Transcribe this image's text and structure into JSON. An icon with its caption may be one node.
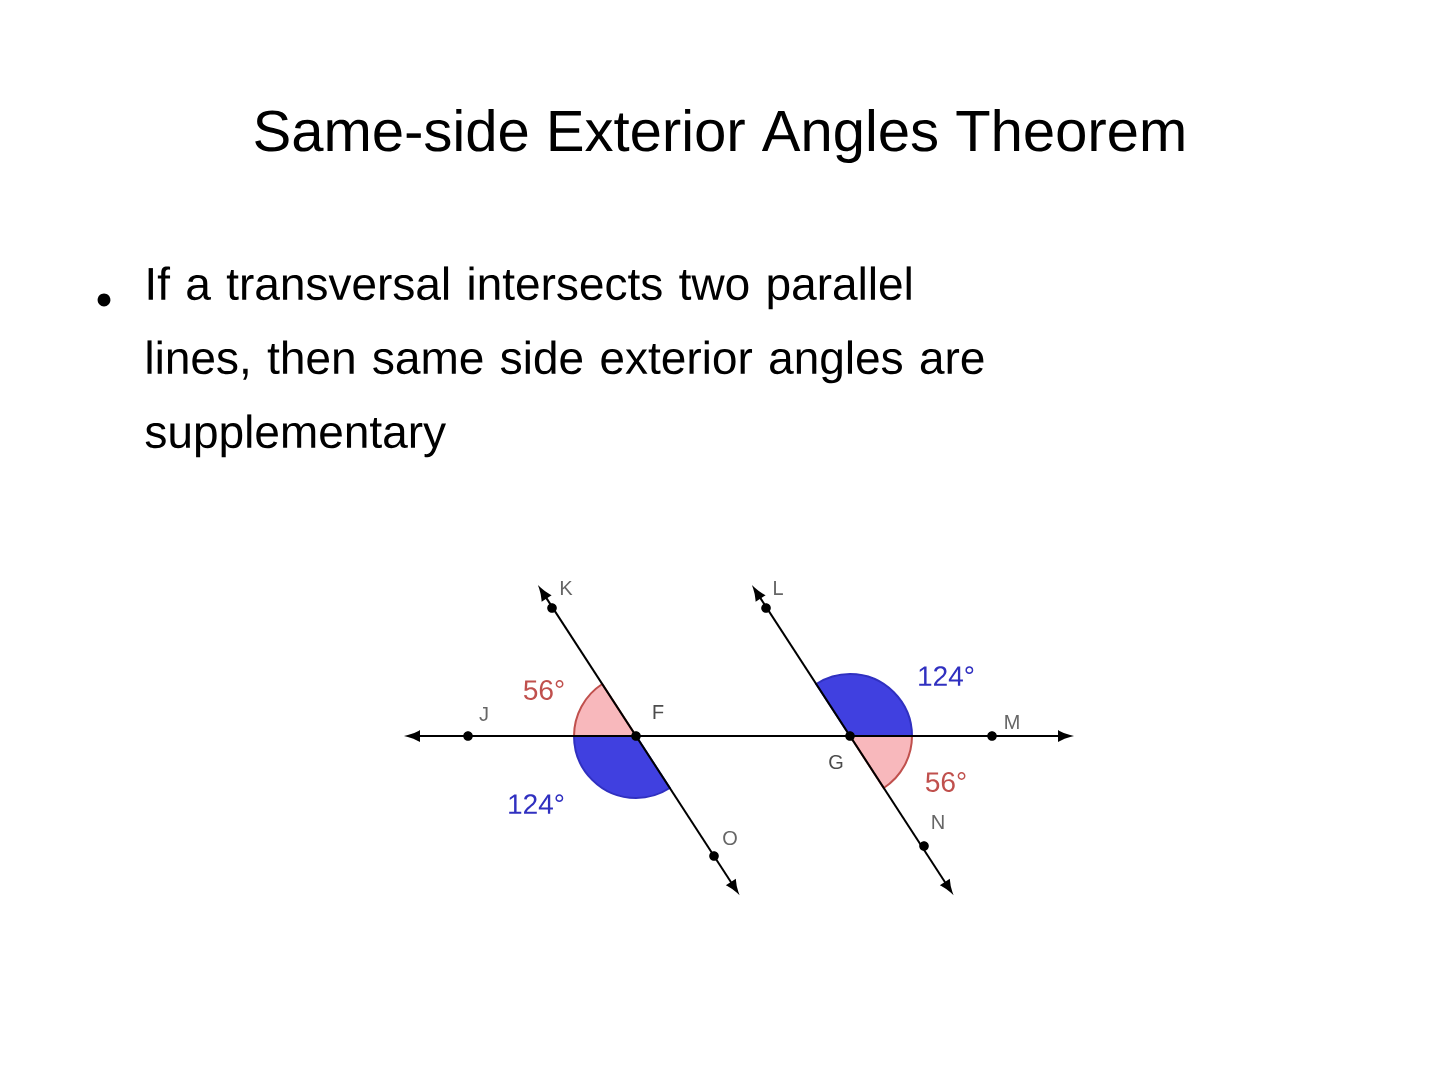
{
  "diagram": {
    "title": "Same-side Exterior Angles Theorem",
    "labels": [
      "If a transversal intersects two parallel lines, then same side exterior angles are supplementary",
      "K",
      "L",
      "124°",
      "56°",
      "F",
      "J",
      "M",
      "G",
      "56°",
      "124°",
      "N",
      "O"
    ]
  }
}
